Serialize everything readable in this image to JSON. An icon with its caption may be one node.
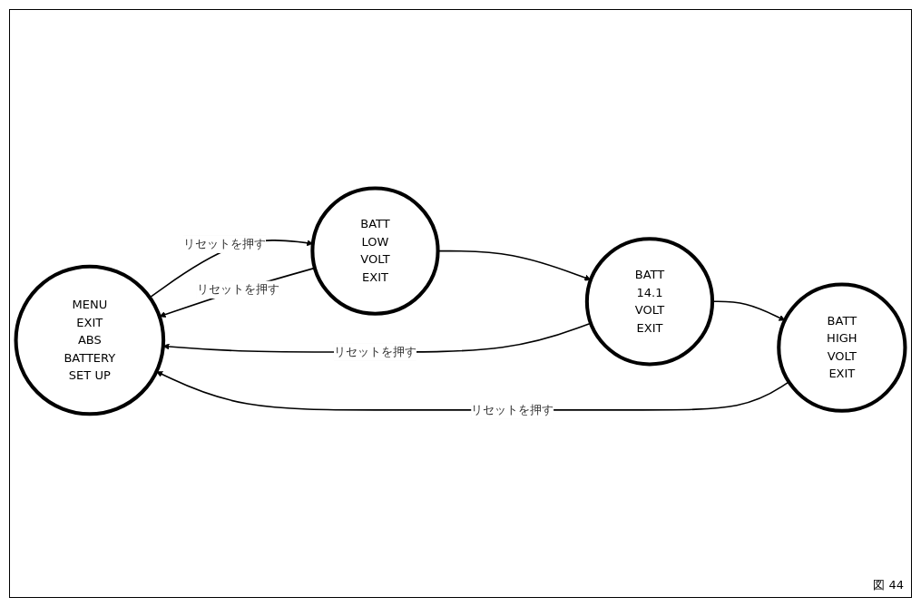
{
  "diagram": {
    "nodes": [
      {
        "text": [
          "MENU",
          "EXIT",
          "ABS",
          "BATTERY",
          "SET UP"
        ]
      },
      {
        "text": [
          "BATT",
          "LOW",
          "VOLT",
          "EXIT"
        ]
      },
      {
        "text": [
          "BATT",
          "14.1",
          "VOLT",
          "EXIT"
        ]
      },
      {
        "text": [
          "BATT",
          "HIGH",
          "VOLT",
          "EXIT"
        ]
      }
    ],
    "edges": [
      {
        "from": 0,
        "to": 1,
        "arrow": "to",
        "label": "リセットを押す"
      },
      {
        "from": 1,
        "to": 2,
        "arrow": "to"
      },
      {
        "from": 2,
        "to": 3,
        "arrow": "to"
      },
      {
        "from": 1,
        "to": 0,
        "arrow": "to",
        "label": "リセットを押す"
      },
      {
        "from": 2,
        "to": 0,
        "arrow": "to",
        "label": "リセットを押す"
      },
      {
        "from": 3,
        "to": 0,
        "arrow": "to",
        "label": "リセットを押す"
      }
    ],
    "labels": [
      "図 44"
    ]
  }
}
